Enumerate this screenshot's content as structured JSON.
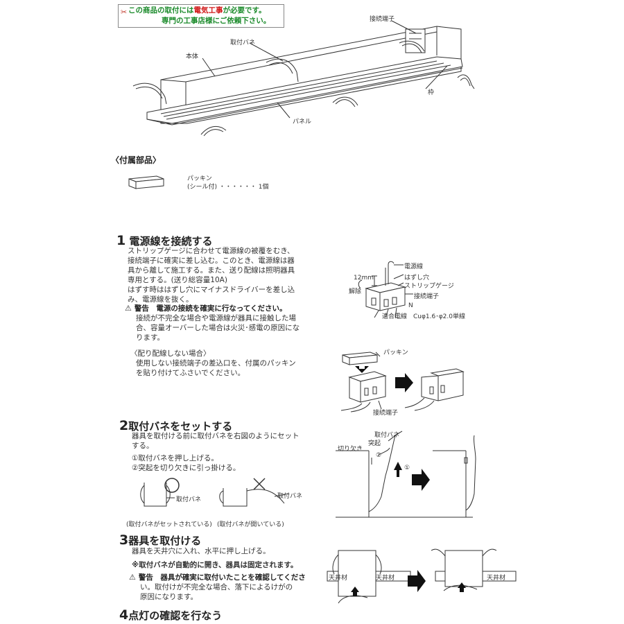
{
  "notice": {
    "line1_a": "この商品の取付には",
    "line1_red": "電気工事",
    "line1_b": "が必要です。",
    "line2": "専門の工事店様にご依頼下さい。"
  },
  "main_diagram": {
    "terminal": "接続端子",
    "spring": "取付バネ",
    "body": "本体",
    "frame": "枠",
    "panel": "パネル"
  },
  "accessories": {
    "heading": "〈付属部品〉",
    "item_name": "パッキン",
    "item_detail": "(シール付) ・・・・・・ 1個"
  },
  "step1": {
    "num": "1",
    "title": "電源線を接続する",
    "lines": [
      "ストリップゲージに合わせて電源線の被覆をむき、",
      "接続端子に確実に差し込む。このとき、電源線は器",
      "具から離して施工する。また、送り配線は照明器具",
      "専用とする。(送り総容量10A)",
      "はずす時ははずし穴にマイナスドライバーを差し込",
      "み、電源線を抜く。"
    ],
    "warn_title": "警告　電源の接続を確実に行なってください。",
    "warn_lines": [
      "接続が不完全な場合や電源線が器具に接触した場",
      "合、容量オーバーした場合は火災･感電の原因にな",
      "ります。"
    ],
    "sub_title": "〈配り配線しない場合〉",
    "sub_lines": [
      "使用しない接続端子の差込口を、付属のパッキン",
      "を貼り付けてふさいでください。"
    ],
    "diag": {
      "wire": "電源線",
      "mm": "12mm",
      "hole": "はずし穴",
      "gauge": "ストリップゲージ",
      "release": "解除",
      "terminal": "接続端子",
      "n": "N",
      "spec": "適合電線　Cuφ1.6･φ2.0単線"
    },
    "diag2": {
      "packing": "パッキン",
      "terminal": "接続端子"
    }
  },
  "step2": {
    "num": "2",
    "title": "取付バネをセットする",
    "lines": [
      "器具を取付ける前に取付バネを右図のようにセット",
      "する。"
    ],
    "sub_lines": [
      "①取付バネを押し上げる。",
      "②突起を切り欠きに引っ掛ける。"
    ],
    "ok_label": "取付バネ",
    "ok_caption": "(取付バネがセットされている)",
    "ng_label": "取付バネ",
    "ng_caption": "(取付バネが開いている)",
    "diag": {
      "spring": "取付バネ",
      "bump": "突起",
      "notch": "切り欠き",
      "c1": "①",
      "c2": "②"
    }
  },
  "step3": {
    "num": "3",
    "title": "器具を取付ける",
    "line1": "器具を天井穴に入れ、水平に押し上げる。",
    "note": "※取付バネが自動的に開き、器具は固定されます。",
    "warn_title": "警告　器具が確実に取付いたことを確認してくださ",
    "warn_lines": [
      "い。取付けが不完全な場合、落下によるけがの",
      "原因になります。"
    ],
    "ceiling1": "天井材",
    "ceiling2": "天井材",
    "ceiling3": "天井材"
  },
  "step4": {
    "num": "4",
    "title": "点灯の確認を行なう"
  }
}
